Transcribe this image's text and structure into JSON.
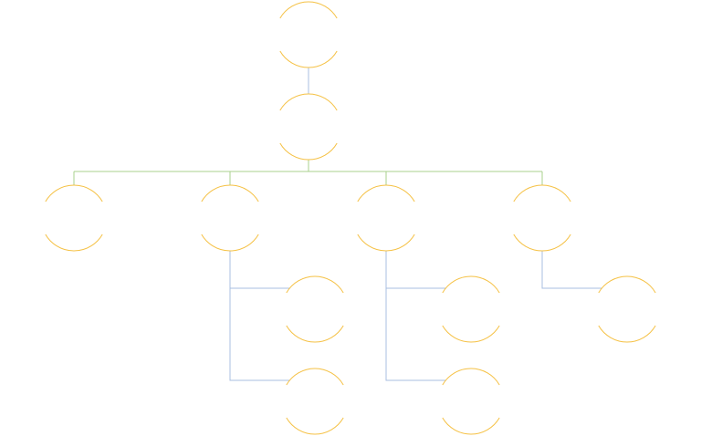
{
  "diagram": {
    "type": "org-chart",
    "node_shape": "circle-arcs",
    "colors": {
      "node_outline": "#f5c144",
      "trunk_connector": "#a9bfe0",
      "level_bus_connector": "#a9d08e",
      "branch_connector": "#a9bfe0",
      "background": "#ffffff"
    },
    "nodes": [
      {
        "id": "root",
        "label": "",
        "parent": null
      },
      {
        "id": "manager",
        "label": "",
        "parent": "root"
      },
      {
        "id": "child-1",
        "label": "",
        "parent": "manager"
      },
      {
        "id": "child-2",
        "label": "",
        "parent": "manager"
      },
      {
        "id": "child-3",
        "label": "",
        "parent": "manager"
      },
      {
        "id": "child-4",
        "label": "",
        "parent": "manager"
      },
      {
        "id": "child-2-sub-1",
        "label": "",
        "parent": "child-2"
      },
      {
        "id": "child-2-sub-2",
        "label": "",
        "parent": "child-2"
      },
      {
        "id": "child-3-sub-1",
        "label": "",
        "parent": "child-3"
      },
      {
        "id": "child-3-sub-2",
        "label": "",
        "parent": "child-3"
      },
      {
        "id": "child-4-sub-1",
        "label": "",
        "parent": "child-4"
      }
    ]
  }
}
